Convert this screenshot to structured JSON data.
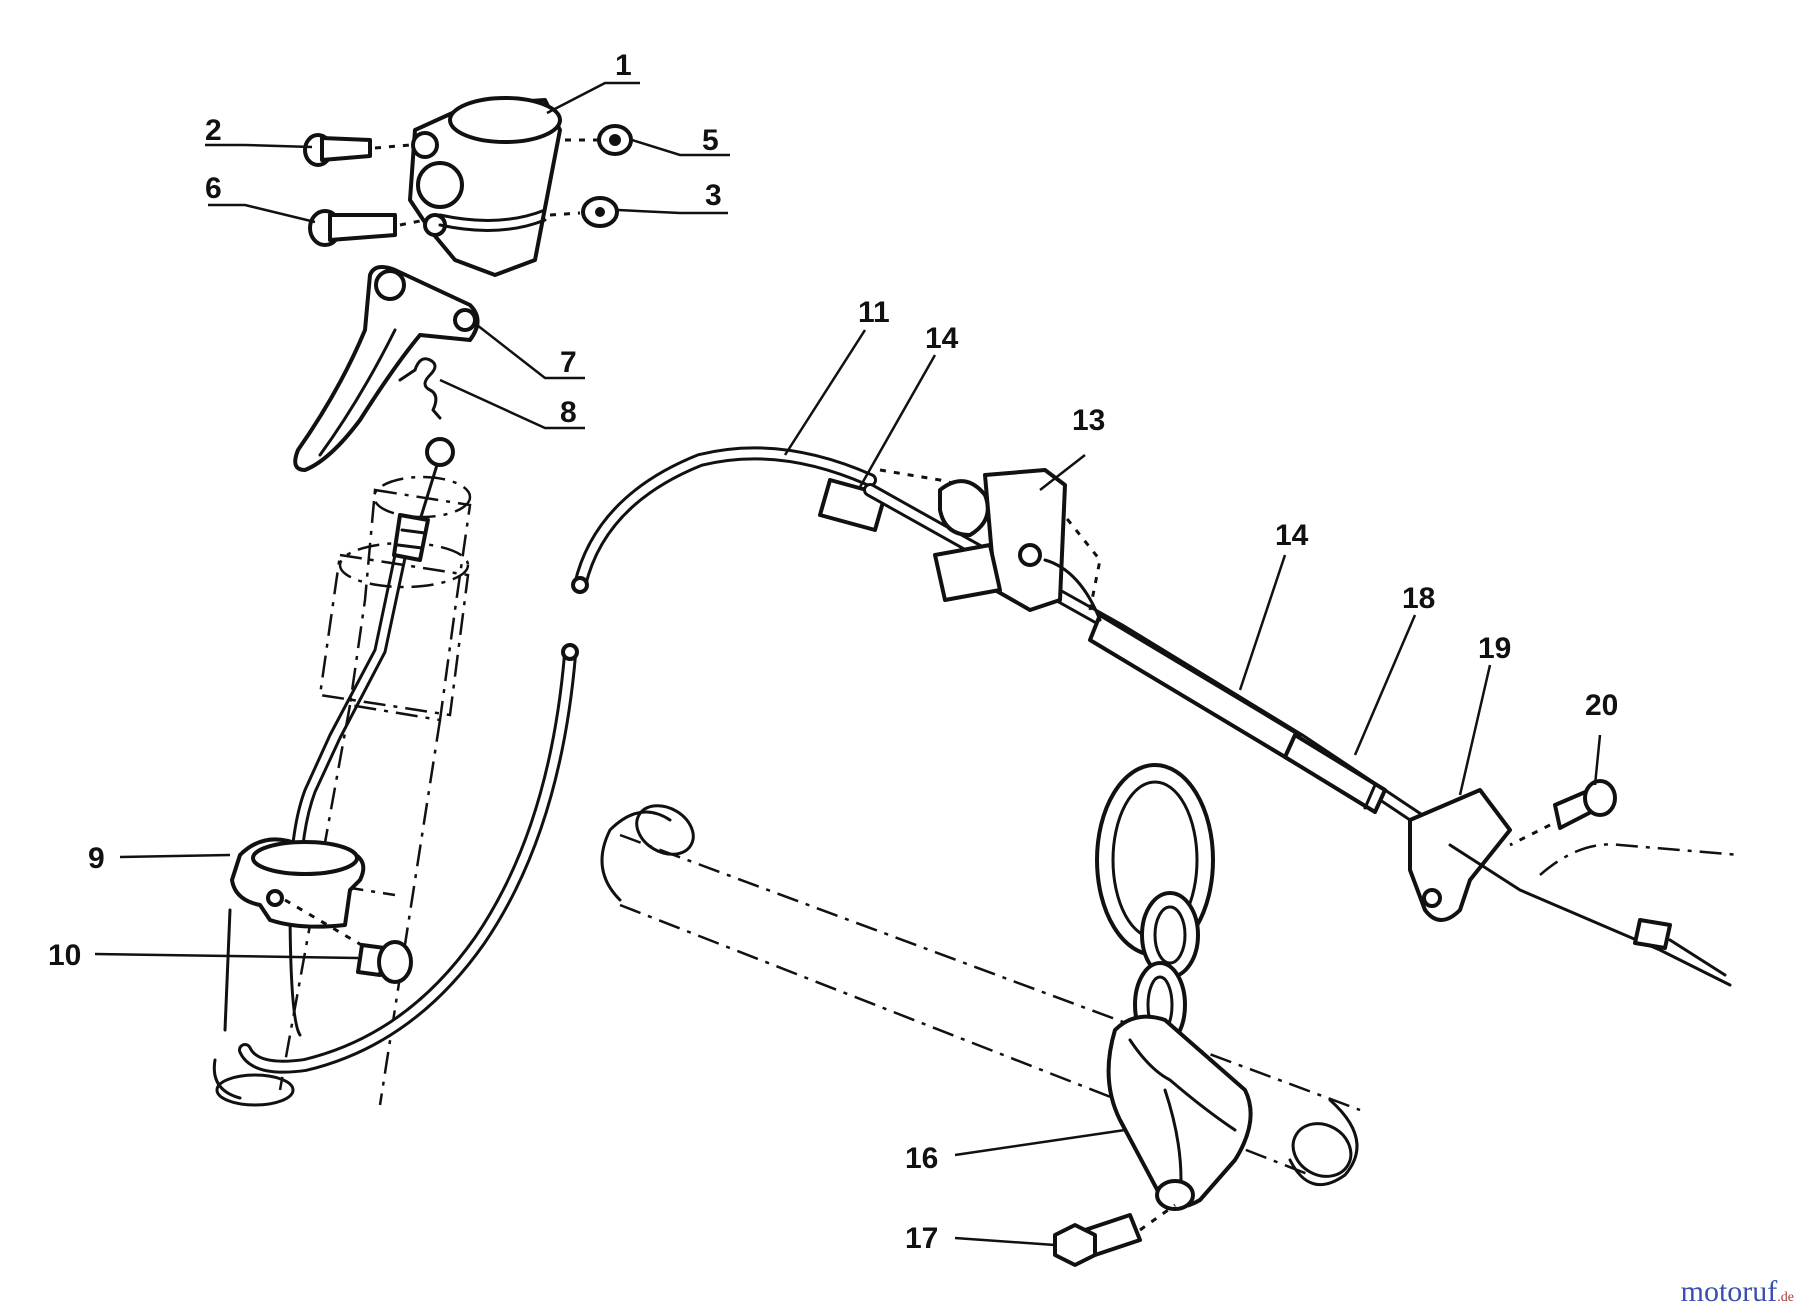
{
  "labels": {
    "l1": "1",
    "l2": "2",
    "l3": "3",
    "l5": "5",
    "l6": "6",
    "l7": "7",
    "l8": "8",
    "l9": "9",
    "l10": "10",
    "l11": "11",
    "l14a": "14",
    "l13": "13",
    "l14b": "14",
    "l18": "18",
    "l19": "19",
    "l20": "20",
    "l16": "16",
    "l17": "17"
  },
  "watermark": {
    "main": "motoruf",
    "suffix": ".de"
  }
}
